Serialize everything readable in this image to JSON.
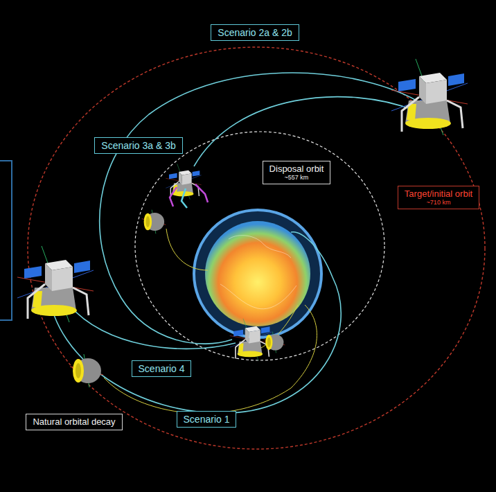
{
  "diagram": {
    "nodes": [
      {
        "text": [
          "Scenario 2a & 2b"
        ]
      },
      {
        "text": [
          "Scenario 3a & 3b"
        ]
      },
      {
        "text": [
          "Disposal orbit",
          "~557 km"
        ]
      },
      {
        "text": [
          "Target/initial orbit",
          "~710 km"
        ]
      },
      {
        "text": [
          "Scenario 4"
        ]
      },
      {
        "text": [
          "Natural orbital decay"
        ]
      },
      {
        "text": [
          "Scenario 1"
        ]
      }
    ]
  }
}
